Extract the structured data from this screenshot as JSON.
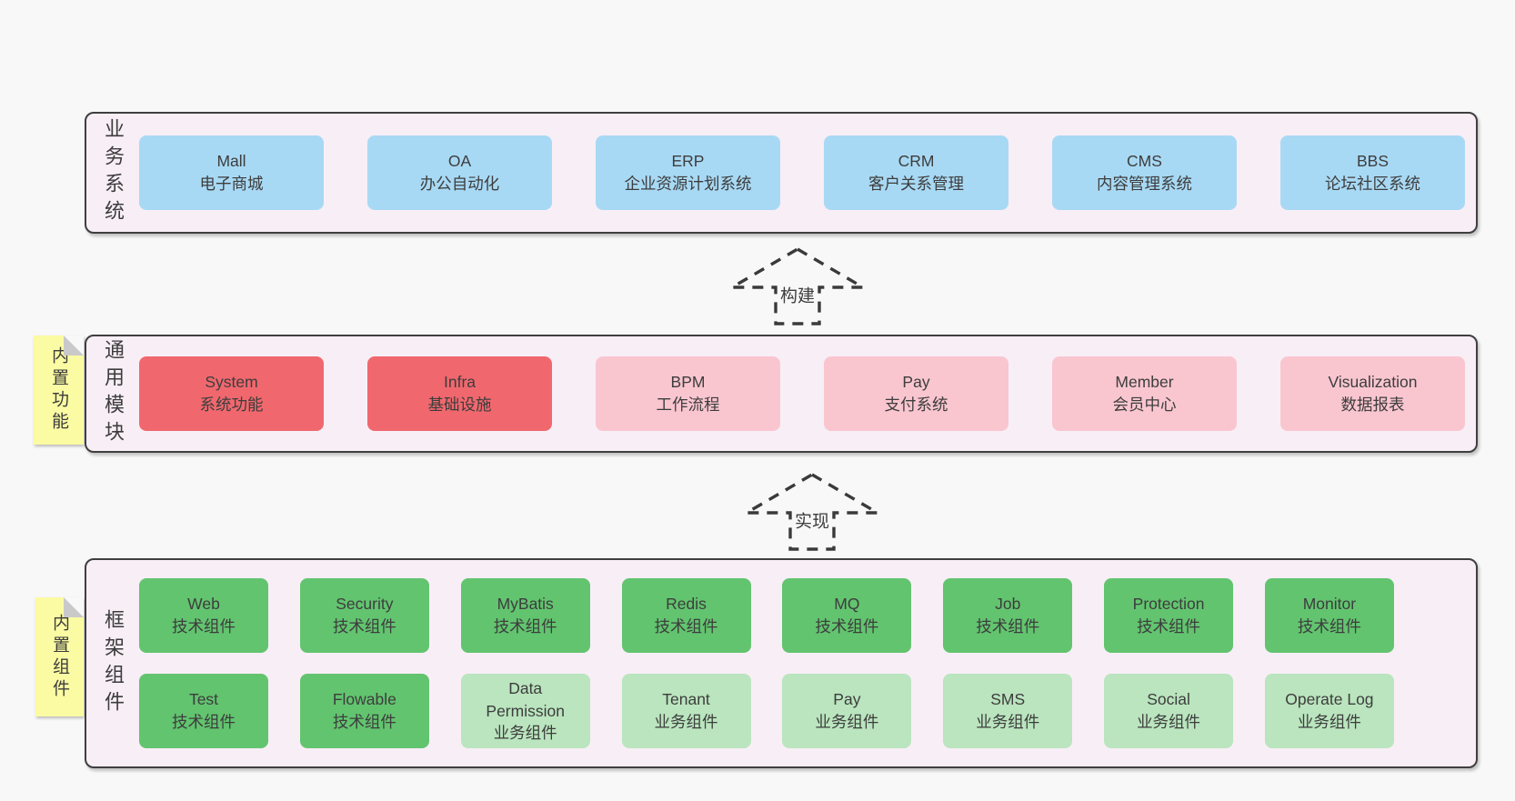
{
  "colors": {
    "page_bg": "#f8f8f8",
    "band_bg": "#f8eef6",
    "band_border": "#3f3f3f",
    "blue": "#a8d9f4",
    "red": "#f0686e",
    "pink": "#f9c6d0",
    "green_dark": "#62c46f",
    "green_light": "#bae5be",
    "sticky_yellow": "#fbfba3",
    "sticky_fold": "#c9c9c9",
    "text": "#3d3d3d"
  },
  "bands": [
    {
      "label": "业务系统",
      "items": [
        {
          "title": "Mall",
          "subtitle": "电子商城",
          "variant": "blue"
        },
        {
          "title": "OA",
          "subtitle": "办公自动化",
          "variant": "blue"
        },
        {
          "title": "ERP",
          "subtitle": "企业资源计划系统",
          "variant": "blue"
        },
        {
          "title": "CRM",
          "subtitle": "客户关系管理",
          "variant": "blue"
        },
        {
          "title": "CMS",
          "subtitle": "内容管理系统",
          "variant": "blue"
        },
        {
          "title": "BBS",
          "subtitle": "论坛社区系统",
          "variant": "blue"
        }
      ]
    },
    {
      "label": "通用模块",
      "sticky": "内置功能",
      "items": [
        {
          "title": "System",
          "subtitle": "系统功能",
          "variant": "red"
        },
        {
          "title": "Infra",
          "subtitle": "基础设施",
          "variant": "red"
        },
        {
          "title": "BPM",
          "subtitle": "工作流程",
          "variant": "pink"
        },
        {
          "title": "Pay",
          "subtitle": "支付系统",
          "variant": "pink"
        },
        {
          "title": "Member",
          "subtitle": "会员中心",
          "variant": "pink"
        },
        {
          "title": "Visualization",
          "subtitle": "数据报表",
          "variant": "pink"
        }
      ]
    },
    {
      "label": "框架组件",
      "sticky": "内置组件",
      "rows": [
        [
          {
            "title": "Web",
            "subtitle": "技术组件",
            "variant": "green_dark"
          },
          {
            "title": "Security",
            "subtitle": "技术组件",
            "variant": "green_dark"
          },
          {
            "title": "MyBatis",
            "subtitle": "技术组件",
            "variant": "green_dark"
          },
          {
            "title": "Redis",
            "subtitle": "技术组件",
            "variant": "green_dark"
          },
          {
            "title": "MQ",
            "subtitle": "技术组件",
            "variant": "green_dark"
          },
          {
            "title": "Job",
            "subtitle": "技术组件",
            "variant": "green_dark"
          },
          {
            "title": "Protection",
            "subtitle": "技术组件",
            "variant": "green_dark"
          },
          {
            "title": "Monitor",
            "subtitle": "技术组件",
            "variant": "green_dark"
          }
        ],
        [
          {
            "title": "Test",
            "subtitle": "技术组件",
            "variant": "green_dark"
          },
          {
            "title": "Flowable",
            "subtitle": "技术组件",
            "variant": "green_dark"
          },
          {
            "title": "Data Permission",
            "subtitle": "业务组件",
            "variant": "green_light"
          },
          {
            "title": "Tenant",
            "subtitle": "业务组件",
            "variant": "green_light"
          },
          {
            "title": "Pay",
            "subtitle": "业务组件",
            "variant": "green_light"
          },
          {
            "title": "SMS",
            "subtitle": "业务组件",
            "variant": "green_light"
          },
          {
            "title": "Social",
            "subtitle": "业务组件",
            "variant": "green_light"
          },
          {
            "title": "Operate Log",
            "subtitle": "业务组件",
            "variant": "green_light"
          }
        ]
      ]
    }
  ],
  "arrows": [
    {
      "label": "构建"
    },
    {
      "label": "实现"
    }
  ]
}
